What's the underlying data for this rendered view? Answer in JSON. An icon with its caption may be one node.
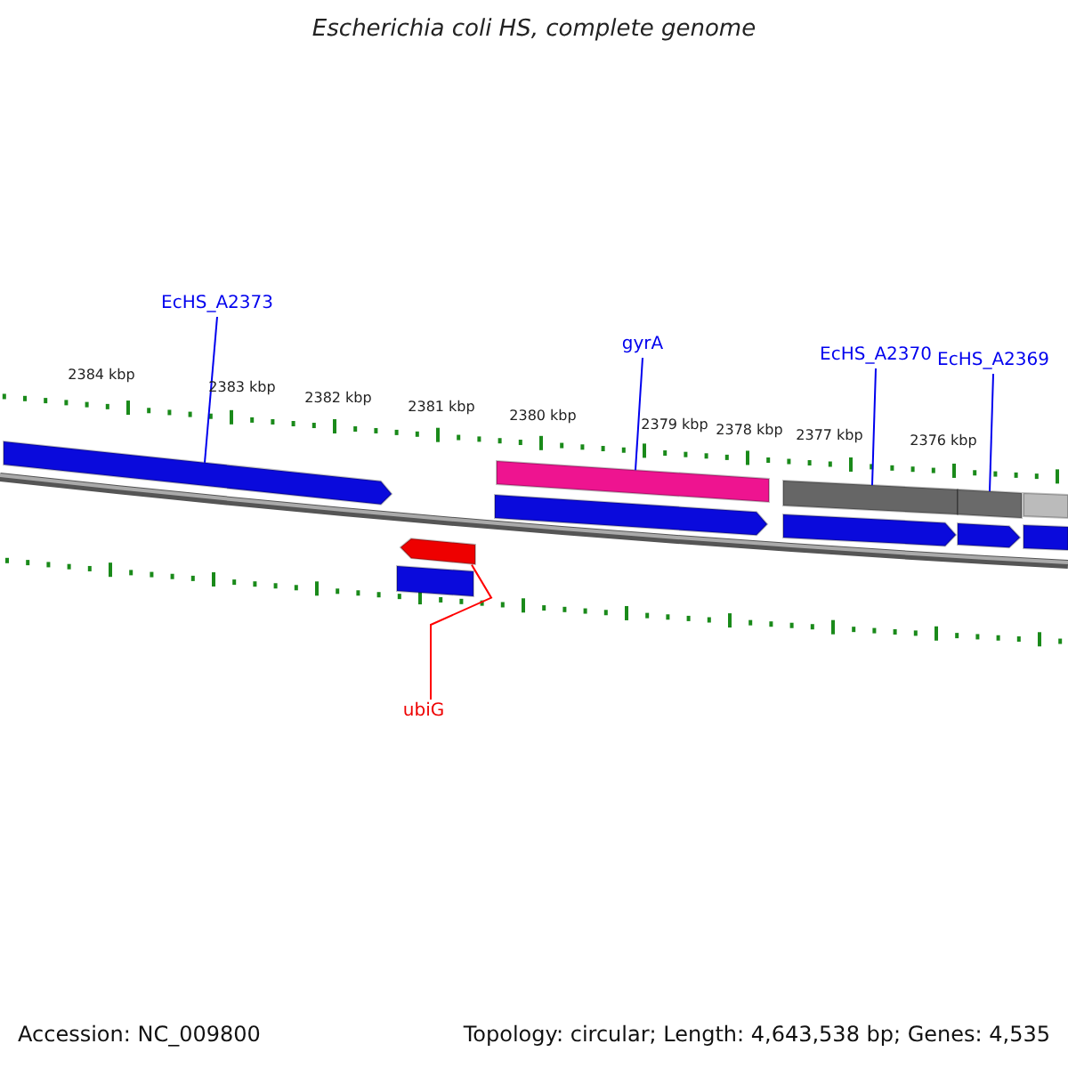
{
  "diagram": {
    "title": "Escherichia coli HS, complete genome",
    "nodes": [
      {
        "text": [
          "EcHS_A2373"
        ]
      },
      {
        "text": [
          "gyrA"
        ]
      },
      {
        "text": [
          "EcHS_A2370"
        ]
      },
      {
        "text": [
          "EcHS_A2369"
        ]
      },
      {
        "text": [
          "ubiG"
        ]
      },
      {
        "text": [],
        "shape": "bar"
      },
      {
        "text": [],
        "shape": "bar"
      },
      {
        "text": [],
        "shape": "bar"
      },
      {
        "text": [],
        "shape": "bar"
      },
      {
        "text": [],
        "shape": "bar"
      },
      {
        "text": [],
        "shape": "bar"
      },
      {
        "text": [],
        "shape": "bar"
      },
      {
        "text": [],
        "shape": "bar"
      },
      {
        "text": [],
        "shape": "bar"
      },
      {
        "text": [],
        "shape": "bar"
      },
      {
        "text": [],
        "shape": "bar"
      }
    ],
    "edges": [
      {
        "from": 0,
        "to": 5,
        "arrow": "none"
      },
      {
        "from": 1,
        "to": 6,
        "arrow": "none"
      },
      {
        "from": 2,
        "to": 7,
        "arrow": "none"
      },
      {
        "from": 3,
        "to": 8,
        "arrow": "none"
      },
      {
        "from": 4,
        "to": 14,
        "arrow": "none",
        "color": "#ff0000"
      }
    ],
    "labels": [
      "2384 kbp",
      "2383 kbp",
      "2382 kbp",
      "2381 kbp",
      "2380 kbp",
      "2379 kbp",
      "2378 kbp",
      "2377 kbp",
      "2376 kbp",
      "Accession: NC_009800",
      "Topology: circular; Length: 4,643,538 bp; Genes: 4,535"
    ]
  }
}
